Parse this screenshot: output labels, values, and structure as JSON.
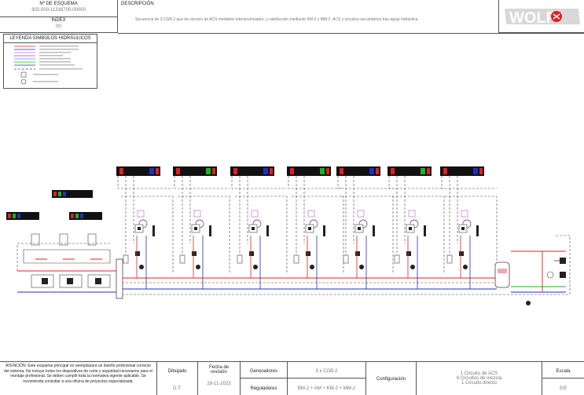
{
  "header": {
    "scheme_label": "Nº DE ESQUEMA",
    "scheme_number": "302-000-11316700-00000",
    "index_label": "INDEX",
    "index_value": "00",
    "description_label": "DESCRIPCIÓN",
    "description_text": "Secuencia de 3 CGB-2 que da servicio de ACS mediante interacumulador, y calefacción mediante KM-2 y MM-2. ACS y circuitos secundarios tras aguja hidráulica.",
    "brand": "WOLF"
  },
  "legend": {
    "title": "LEYENDA SIMBOLOS HIDRÁULICOS",
    "colors": {
      "red": "#e02020",
      "blue": "#2030c0",
      "pink": "#e060c0",
      "magenta": "#c030c0",
      "cyan": "#30a0e0",
      "green": "#20b020",
      "gray": "#999999"
    }
  },
  "footer": {
    "notice": "ATENCIÓN: Este esquema principal no reemplazará un diseño profesional correcto del sistema. No incluye todos los dispositivos de corte y seguridad necesarios para el montaje profesional. Se deben cumplir toda la normativa vigente aplicable. Se recomienda consultar a una oficina de proyectos especializada.",
    "drawn_label": "Dibujado",
    "drawn_value": "D.T.",
    "date_label": "Fecha de revisión",
    "date_value": "28-11-2023",
    "generators_label": "Generadores",
    "generators_value": "3 x CGB-2",
    "regulators_label": "Reguladores",
    "regulators_value": "BM-2 + AM + KM-2 + MM-2",
    "config_label": "Configuración",
    "config_lines": [
      "1 Circuito de ACS",
      "6 Circuitos de mezcla",
      "1 Circuito directo"
    ],
    "scale_label": "Escala",
    "scale_value": "S/E"
  }
}
